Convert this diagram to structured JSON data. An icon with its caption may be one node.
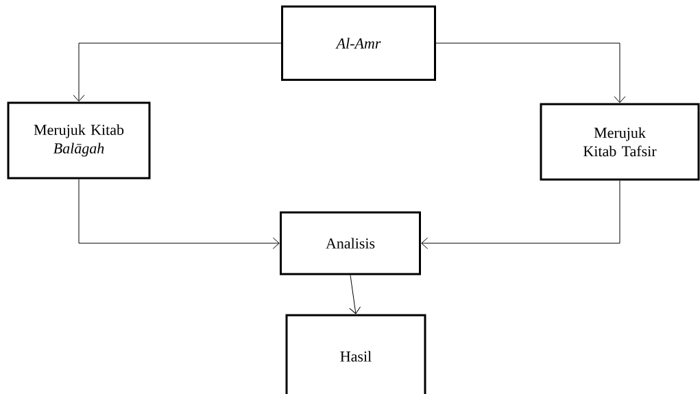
{
  "diagram": {
    "nodes": [
      {
        "text": [
          "Al-Amr"
        ]
      },
      {
        "text": [
          "Merujuk Kitab *Balāgah*"
        ]
      },
      {
        "text": [
          "Merujuk Kitab Tafsir"
        ]
      },
      {
        "text": [
          "Analisis"
        ]
      },
      {
        "text": [
          "Hasil"
        ]
      }
    ],
    "edges": [
      {
        "from": 0,
        "to": 1,
        "arrow": "to"
      },
      {
        "from": 0,
        "to": 2,
        "arrow": "to"
      },
      {
        "from": 1,
        "to": 3,
        "arrow": "to"
      },
      {
        "from": 2,
        "to": 3,
        "arrow": "to"
      },
      {
        "from": 3,
        "to": 4,
        "arrow": "to"
      }
    ]
  }
}
